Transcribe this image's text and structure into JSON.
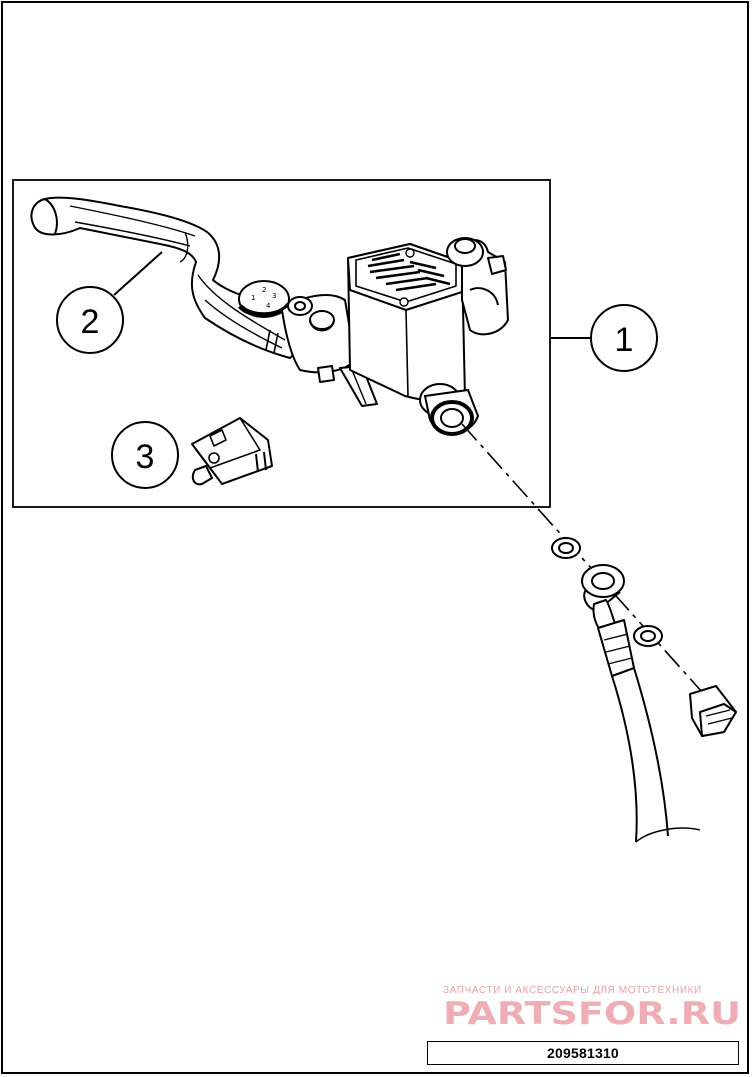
{
  "callouts": [
    {
      "number": "1",
      "part": "master-cylinder"
    },
    {
      "number": "2",
      "part": "brake-lever"
    },
    {
      "number": "3",
      "part": "brake-light-switch"
    }
  ],
  "watermark": {
    "tagline": "ЗАПЧАСТИ И АКСЕССУАРЫ ДЛЯ МОТОТЕХНИКИ",
    "logo_text": "PARTSFOR.RU",
    "color": "#e8a0a8",
    "logo_color": "#e26a78"
  },
  "part_number": "209581310"
}
